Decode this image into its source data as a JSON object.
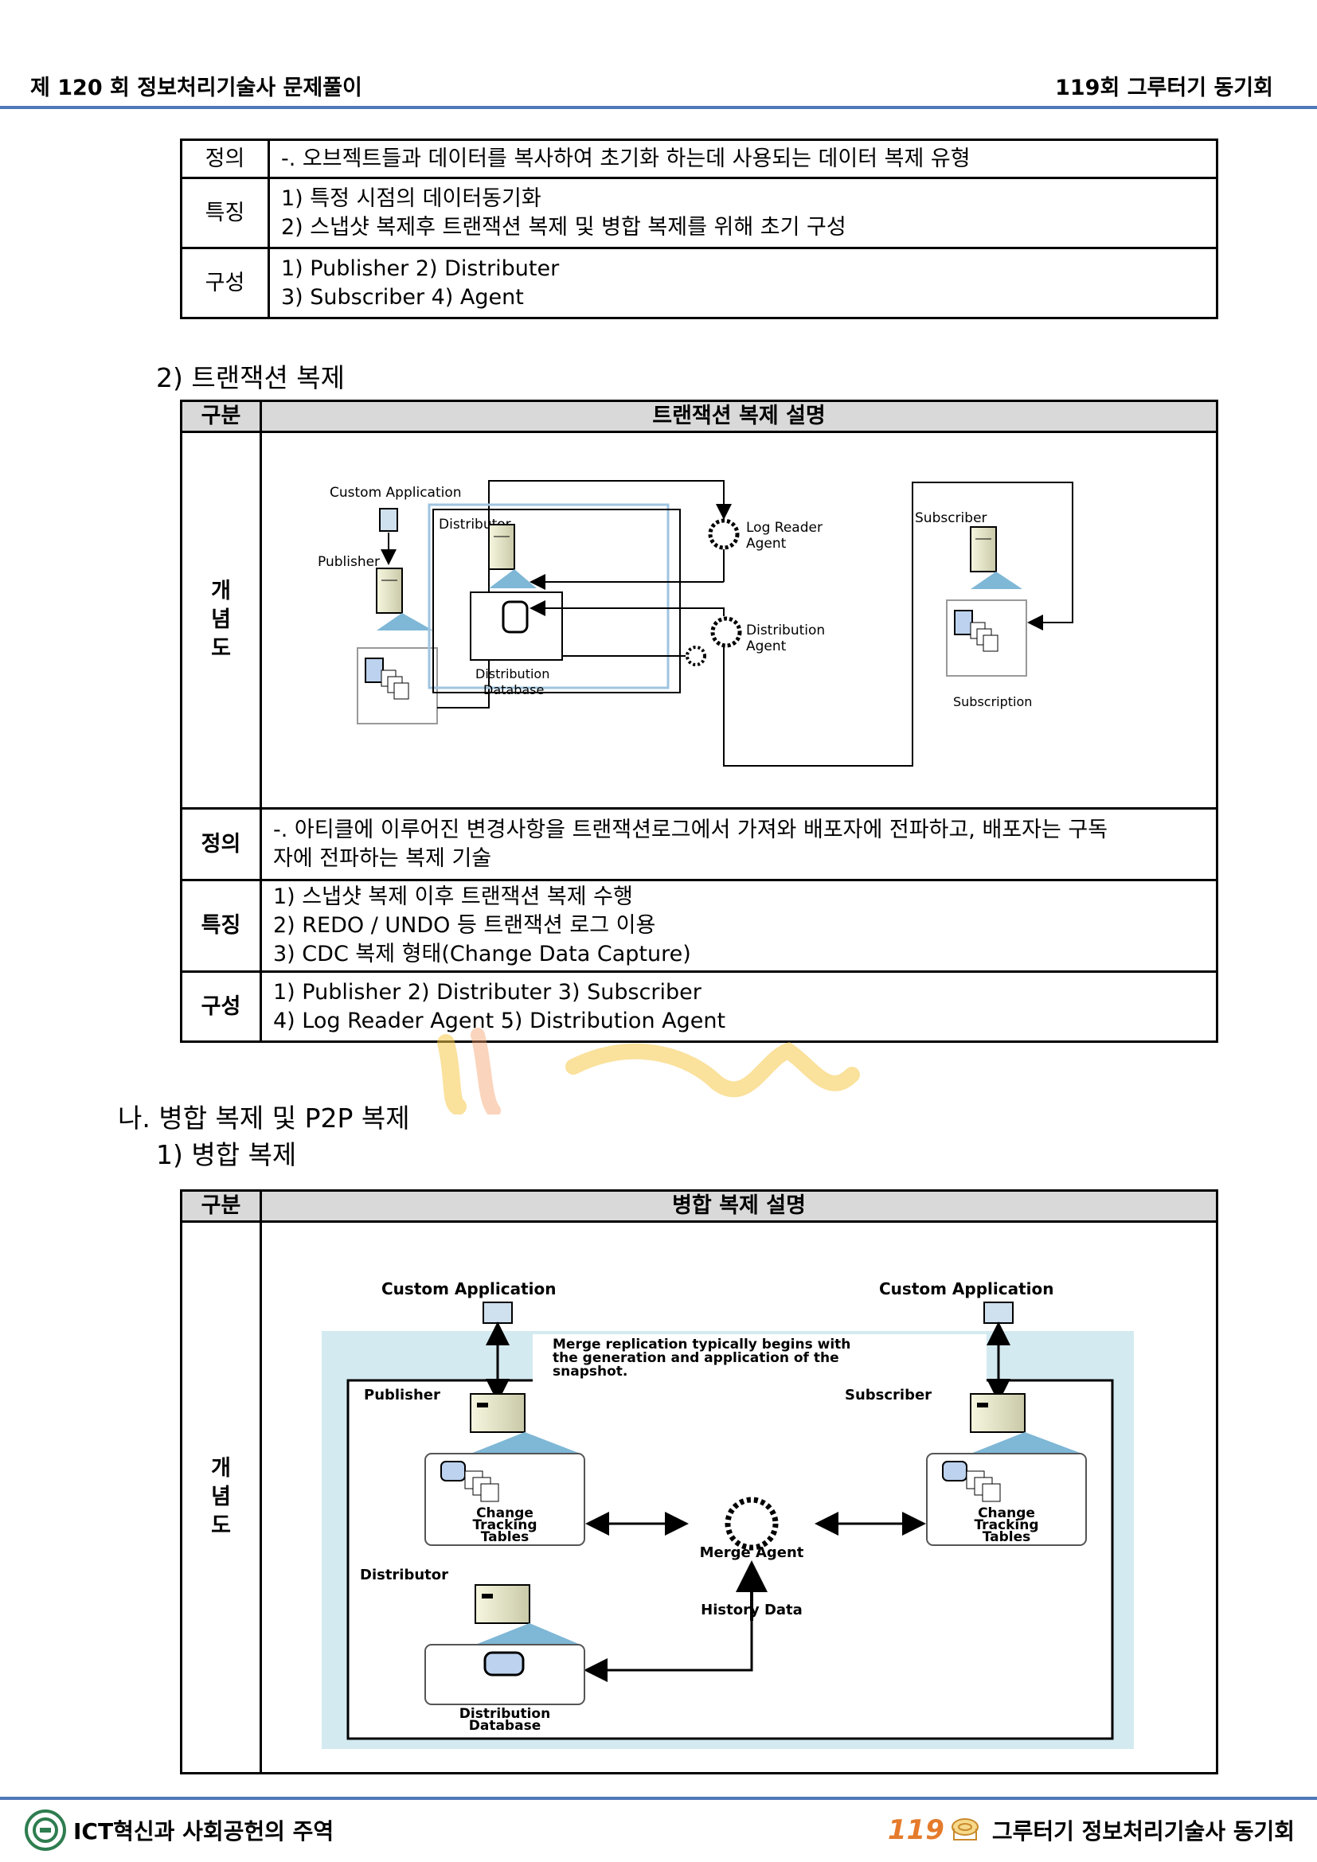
{
  "header": {
    "left": "제 120 회 정보처리기술사 문제풀이",
    "right": "119회 그루터기 동기회"
  },
  "table1": {
    "rows": [
      {
        "label": "정의",
        "lines": [
          "-. 오브젝트들과 데이터를 복사하여 초기화 하는데 사용되는 데이터 복제 유형"
        ]
      },
      {
        "label": "특징",
        "lines": [
          "1) 특정 시점의 데이터동기화",
          "2) 스냅샷 복제후 트랜잭션 복제 및 병합 복제를 위해 초기 구성"
        ]
      },
      {
        "label": "구성",
        "lines": [
          "1) Publisher 2) Distributer",
          "3) Subscriber 4) Agent"
        ]
      }
    ]
  },
  "section_2": "2) 트랜잭션 복제",
  "table2": {
    "col1_header": "구분",
    "col2_header": "트랜잭션 복제 설명",
    "diagram_label": "개념도",
    "diagram": {
      "custom_app": "Custom Application",
      "publisher": "Publisher",
      "distributor": "Distributor",
      "log_reader_1": "Log Reader",
      "log_reader_2": "Agent",
      "dist_agent_1": "Distribution",
      "dist_agent_2": "Agent",
      "dist_db_1": "Distribution",
      "dist_db_2": "Database",
      "subscriber": "Subscriber",
      "subscription": "Subscription"
    },
    "rows": [
      {
        "label": "정의",
        "lines": [
          "-. 아티클에 이루어진 변경사항을 트랜잭션로그에서 가져와 배포자에 전파하고, 배포자는 구독",
          "자에 전파하는 복제 기술"
        ]
      },
      {
        "label": "특징",
        "lines": [
          "1) 스냅샷 복제 이후 트랜잭션 복제 수행",
          "2) REDO / UNDO 등 트랜잭션 로그 이용",
          "3) CDC 복제 형태(Change Data Capture)"
        ]
      },
      {
        "label": "구성",
        "lines": [
          "1) Publisher 2) Distributer 3) Subscriber",
          "4) Log Reader Agent 5) Distribution Agent"
        ]
      }
    ]
  },
  "section_na": "나. 병합 복제 및 P2P 복제",
  "section_1": "1) 병합 복제",
  "table3": {
    "col1_header": "구분",
    "col2_header": "병합 복제 설명",
    "diagram_label": "개념도",
    "diagram": {
      "custom_app_left": "Custom Application",
      "custom_app_right": "Custom Application",
      "note_1": "Merge replication typically begins with",
      "note_2": "the generation and application of the",
      "note_3": "snapshot.",
      "publisher": "Publisher",
      "subscriber": "Subscriber",
      "ct_left_1": "Change",
      "ct_left_2": "Tracking",
      "ct_left_3": "Tables",
      "ct_right_1": "Change",
      "ct_right_2": "Tracking",
      "ct_right_3": "Tables",
      "merge_agent": "Merge Agent",
      "history": "History Data",
      "distributor": "Distributor",
      "dist_db_1": "Distribution",
      "dist_db_2": "Database"
    }
  },
  "footer": {
    "left": "ICT혁신과 사회공헌의 주역",
    "right": "그루터기 정보처리기술사 동기회",
    "logo_number": "119"
  },
  "colors": {
    "rule": "#4f79b8",
    "header_fill": "#d9d9d9",
    "watermark": "#f5c94a"
  }
}
